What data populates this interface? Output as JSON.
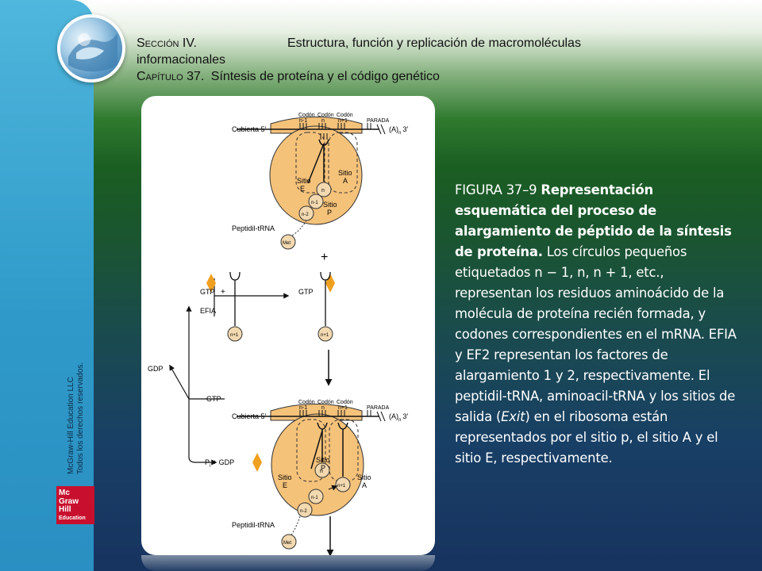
{
  "header": {
    "section_label": "Sección IV.",
    "section_title": "Estructura, función y replicación de macromoléculas",
    "section_title_cont": "informacionales",
    "chapter_label": "Capítulo 37.",
    "chapter_title": "Síntesis de proteína y el código genético"
  },
  "sidebar": {
    "copyright_line1": "McGraw-Hill Education LLC",
    "copyright_line2": "Todos los derechos reservados.",
    "logo_line1": "Mc",
    "logo_line2": "Graw",
    "logo_line3": "Hill",
    "logo_line4": "Education"
  },
  "figure": {
    "top": {
      "codon_label": "Codón",
      "codon_nm1": "n-1",
      "codon_n": "n",
      "codon_np1": "n+1",
      "stop": "PARADA",
      "cap": "Cubierta 5′",
      "polyA": "(A)",
      "polyA_sub": "n",
      "polyA_end": "3′",
      "site_e_1": "Sitio",
      "site_e_2": "E",
      "site_a_1": "Sitio",
      "site_a_2": "A",
      "site_p_1": "Sitio",
      "site_p_2": "P",
      "res_n": "n",
      "res_nm1": "n-1",
      "res_nm2": "n-2",
      "peptidyl": "Peptidil-tRNA",
      "met": "Met"
    },
    "middle": {
      "plus_top": "+",
      "gtp_left": "GTP",
      "plus": "+",
      "efia": "EFIA",
      "gtp_right": "GTP",
      "res_np1_left": "n+1",
      "res_np1_right": "n+1",
      "gdp": "GDP",
      "gtp_cycle": "GTP",
      "pi_gdp": "P",
      "pi_sub": "i",
      "pi_gdp_rest": " + GDP"
    },
    "bottom": {
      "codon_label": "Codón",
      "codon_nm1": "n-1",
      "codon_n": "n",
      "codon_np1": "n+1",
      "stop": "PARADA",
      "cap": "Cubierta 5′",
      "polyA": "(A)",
      "polyA_sub": "n",
      "polyA_end": "3′",
      "site_e_1": "Sitio",
      "site_e_2": "E",
      "site_p_1": "Sitio",
      "site_p_2": "P",
      "site_a_1": "Sitio",
      "site_a_2": "A",
      "res_n": "n",
      "res_np1": "n+1",
      "res_nm1": "n-1",
      "res_nm2": "n-2",
      "peptidyl": "Peptidil-tRNA",
      "met": "Met"
    },
    "colors": {
      "ribosome": "#f5c27a",
      "ef": "#f0a020",
      "circle": "#f3d9b0"
    }
  },
  "caption": {
    "prefix": "FIGURA 37–9 ",
    "bold": "Representación esquemática del proceso de alargamiento de péptido de la síntesis de proteína.",
    "text1": " Los círculos pequeños etiquetados n − 1, n, n + 1, etc., representan los residuos aminoácido de la molécula de proteína recién formada, y codones correspondientes en el mRNA. EFIA y EF2 representan los factores de alargamiento 1 y 2, respectivamente. El peptidil-tRNA, aminoacil-tRNA y los sitios de salida (",
    "italic": "Exit",
    "text2": ") en el ribosoma están representados por el sitio p, el sitio A y el sitio E, respectivamente."
  }
}
